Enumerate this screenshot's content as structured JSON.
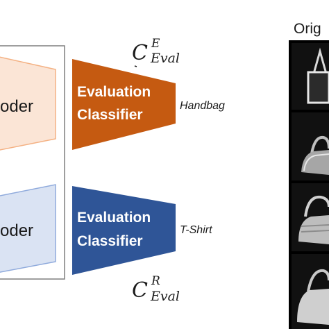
{
  "diagram": {
    "encoder_top": {
      "label": "oder"
    },
    "encoder_bottom": {
      "label": "oder"
    },
    "classifier_top": {
      "line1": "Evaluation",
      "line2": "Classifier",
      "color": "#c55a11"
    },
    "classifier_bottom": {
      "line1": "Evaluation",
      "line2": "Classifier",
      "color": "#2f5597"
    },
    "output_top": "Handbag",
    "output_bottom": "T-Shirt",
    "c_top": {
      "base": "C",
      "sup": "E",
      "sub": "Eval"
    },
    "c_bottom": {
      "base": "C",
      "sup": "R",
      "sub": "Eval"
    },
    "panel_title": "Orig"
  },
  "colors": {
    "encoder_top_fill": "#fbe5d6",
    "encoder_top_stroke": "#f4b183",
    "encoder_bottom_fill": "#dae3f3",
    "encoder_bottom_stroke": "#8faadc",
    "image_bg": "#000000"
  }
}
